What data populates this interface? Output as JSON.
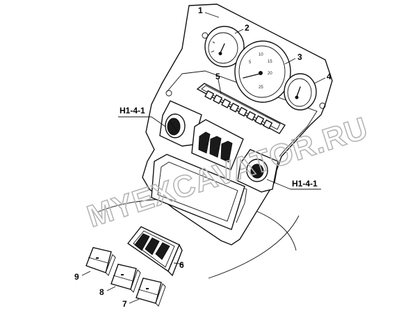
{
  "callouts": {
    "c1": "1",
    "c2": "2",
    "c3": "3",
    "c4": "4",
    "c5": "5",
    "c6": "6",
    "c7": "7",
    "c8": "8",
    "c9": "9",
    "ref_left": "H1-4-1",
    "ref_right": "H1-4-1"
  },
  "tachometer": {
    "ticks": [
      "5",
      "10",
      "15",
      "20",
      "25"
    ]
  },
  "watermark": "MYEXCAVATOR.RU"
}
